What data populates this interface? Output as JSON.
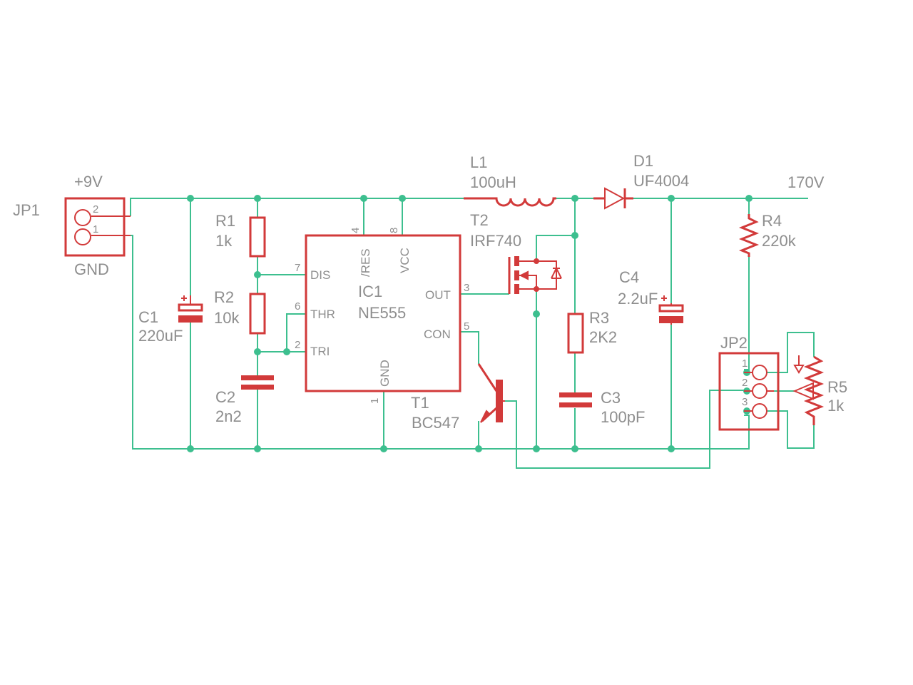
{
  "schematic": {
    "nets": {
      "vin": "+9V",
      "gnd": "GND",
      "hv": "170V"
    },
    "jp1": {
      "name": "JP1",
      "pin2": "2",
      "pin1": "1"
    },
    "c1": {
      "name": "C1",
      "value": "220uF"
    },
    "r1": {
      "name": "R1",
      "value": "1k"
    },
    "r2": {
      "name": "R2",
      "value": "10k"
    },
    "c2": {
      "name": "C2",
      "value": "2n2"
    },
    "ic1": {
      "name": "IC1",
      "value": "NE555",
      "pins": {
        "dis": "DIS",
        "dis_num": "7",
        "thr": "THR",
        "thr_num": "6",
        "tri": "TRI",
        "tri_num": "2",
        "res": "/RES",
        "res_num": "4",
        "vcc": "VCC",
        "vcc_num": "8",
        "out": "OUT",
        "out_num": "3",
        "con": "CON",
        "con_num": "5",
        "gnd": "GND",
        "gnd_num": "1"
      }
    },
    "t1": {
      "name": "T1",
      "value": "BC547"
    },
    "l1": {
      "name": "L1",
      "value": "100uH"
    },
    "t2": {
      "name": "T2",
      "value": "IRF740"
    },
    "d1": {
      "name": "D1",
      "value": "UF4004"
    },
    "r3": {
      "name": "R3",
      "value": "2K2"
    },
    "c3": {
      "name": "C3",
      "value": "100pF"
    },
    "c4": {
      "name": "C4",
      "value": "2.2uF"
    },
    "r4": {
      "name": "R4",
      "value": "220k"
    },
    "jp2": {
      "name": "JP2",
      "pin1": "1",
      "pin2": "2",
      "pin3": "3"
    },
    "r5": {
      "name": "R5",
      "value": "1k"
    }
  }
}
